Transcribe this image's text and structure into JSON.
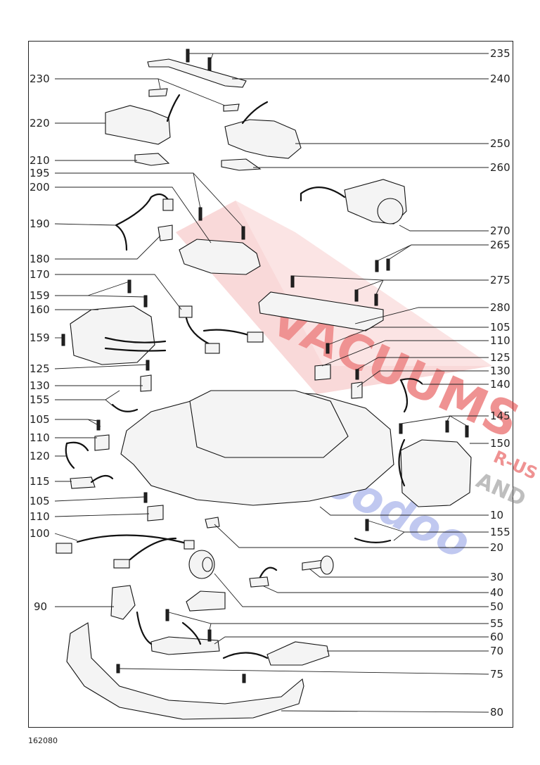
{
  "callouts_right": [
    "235",
    "240",
    "250",
    "260",
    "270",
    "265",
    "275",
    "280",
    "105",
    "110",
    "125",
    "130",
    "140",
    "145",
    "150",
    "10",
    "155",
    "20",
    "30",
    "40",
    "50",
    "55",
    "60",
    "70",
    "75",
    "80"
  ],
  "callouts_left": [
    "230",
    "220",
    "210",
    "195",
    "200",
    "190",
    "180",
    "170",
    "159",
    "160",
    "159",
    "125",
    "130",
    "155",
    "105",
    "110",
    "120",
    "115",
    "105",
    "110",
    "100",
    "90"
  ],
  "doc_ref": "162080",
  "watermark": {
    "main": "VACUUMS",
    "suffix": "R-US",
    "sub": "AND",
    "script": "CSeeboodoo",
    "colors": {
      "red": "#e23a3a",
      "blue": "#5a6fd6",
      "gray": "#8a8a8a"
    }
  }
}
